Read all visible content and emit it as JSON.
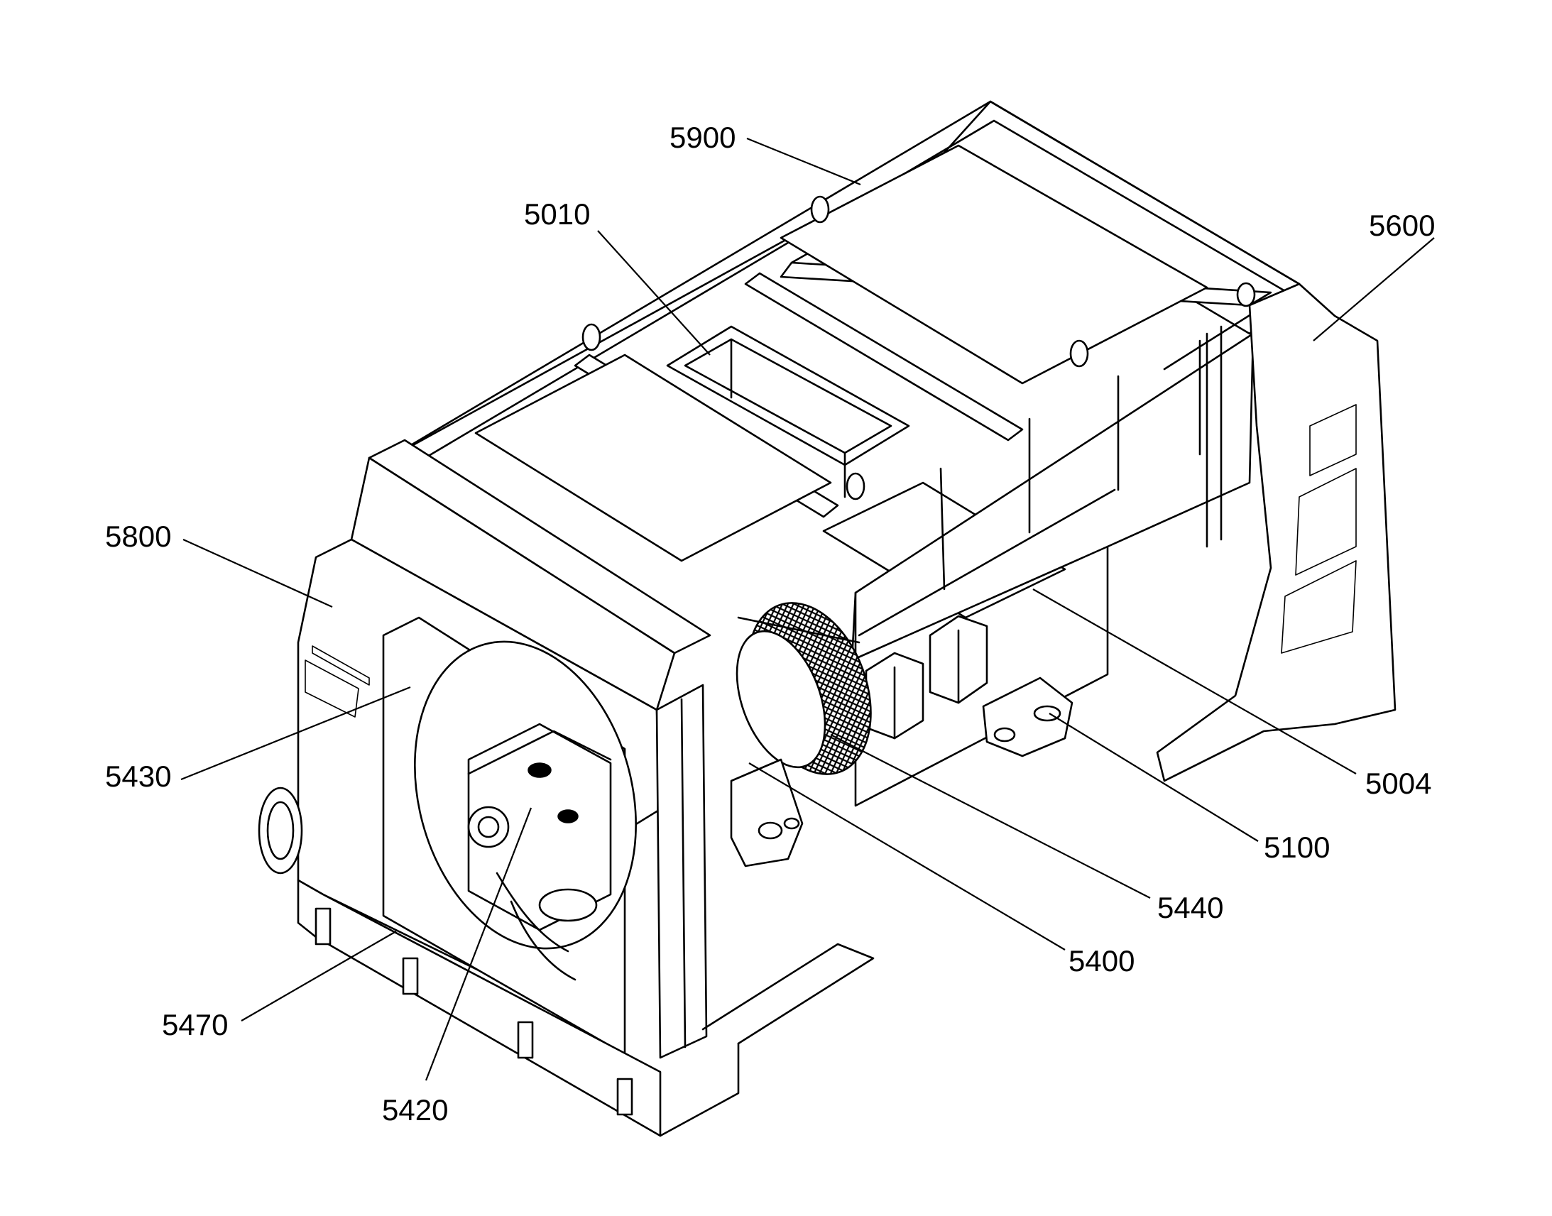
{
  "labels": {
    "l5900": "5900",
    "l5010": "5010",
    "l5600": "5600",
    "l5800": "5800",
    "l5430": "5430",
    "l5004": "5004",
    "l5100": "5100",
    "l5440": "5440",
    "l5400": "5400",
    "l5470": "5470",
    "l5420": "5420"
  }
}
